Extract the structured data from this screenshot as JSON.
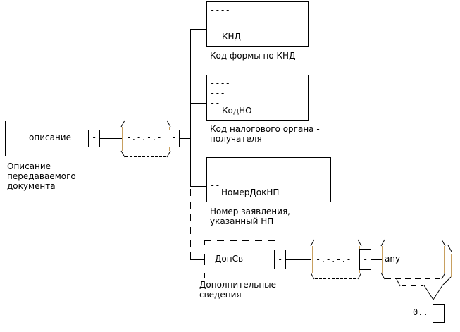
{
  "root": {
    "name": "описание",
    "annotation": "Описание\nпередаваемого\nдокумента"
  },
  "sequence_compositor": "-.-.-.-",
  "connector_glyph": "-",
  "elements": [
    {
      "name": "КНД",
      "annotation": "Код формы по КНД",
      "optional": false,
      "lines": [
        "----",
        "---",
        "--"
      ]
    },
    {
      "name": "КодНО",
      "annotation": "Код налогового органа -\nполучателя",
      "optional": false,
      "lines": [
        "----",
        "---",
        "--"
      ]
    },
    {
      "name": "НомерДокНП",
      "annotation": "Номер заявления,\nуказанный НП",
      "optional": false,
      "lines": [
        "----",
        "---",
        "--"
      ]
    },
    {
      "name": "ДопСв",
      "annotation": "Дополнительные\nсведения",
      "optional": true
    }
  ],
  "any_element": {
    "name": "any",
    "multiplicity": "0.."
  }
}
